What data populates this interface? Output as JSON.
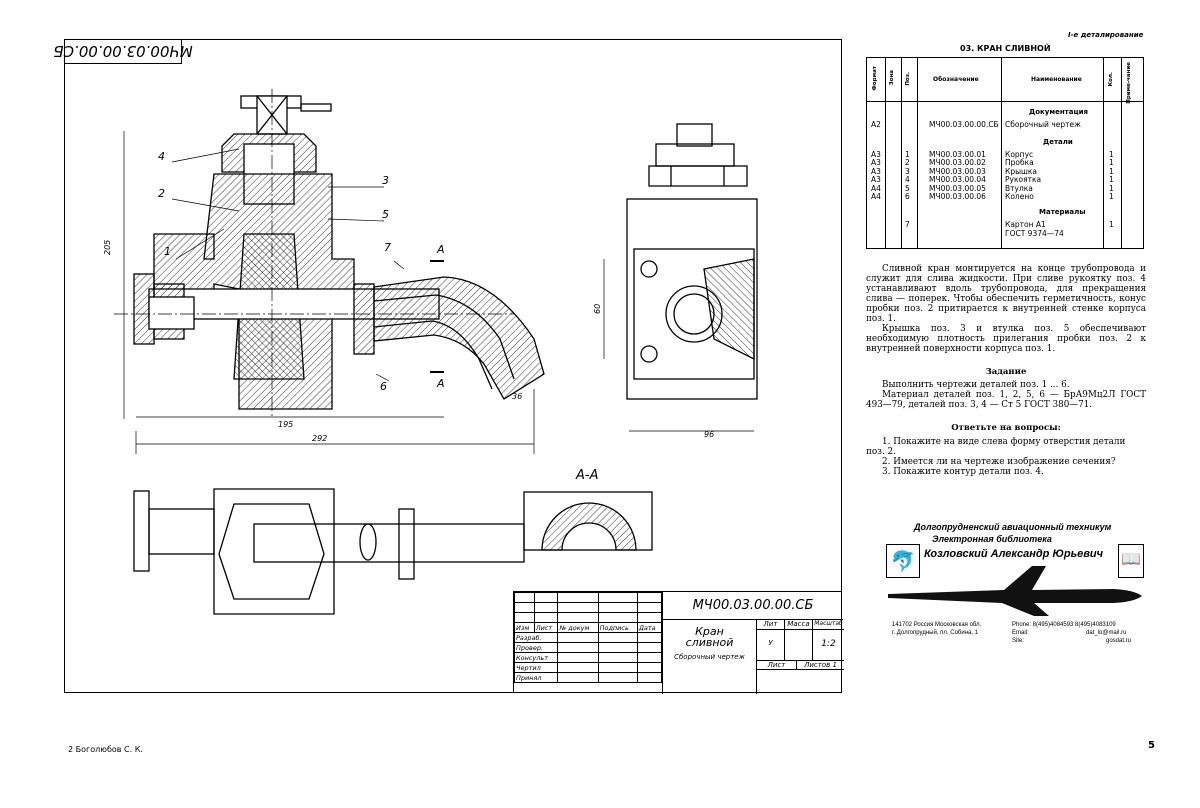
{
  "drawing": {
    "code_rotated": "МЧ00.03.00.00.СБ",
    "callouts": [
      "1",
      "2",
      "3",
      "4",
      "5",
      "6",
      "7"
    ],
    "section_mark": "А",
    "section_title": "А-А",
    "dims": {
      "d205": "205",
      "d195": "195",
      "d292": "292",
      "d36": "36",
      "d60": "60",
      "d96": "96"
    }
  },
  "title_block": {
    "code": "МЧ00.03.00.00.СБ",
    "name_line1": "Кран",
    "name_line2": "сливной",
    "doc_type": "Сборочный чертеж",
    "cols": [
      "Изм",
      "Лист",
      "№ докум",
      "Подпись",
      "Дата"
    ],
    "rows": [
      "Разраб.",
      "Провер.",
      "Консульт",
      "Чертил",
      "Принял"
    ],
    "lit_label": "Лит",
    "lit_value": "У",
    "mass_label": "Масса",
    "scale_label": "Масштаб",
    "scale_value": "1:2",
    "sheet_label": "Лист",
    "sheets_label": "Листов 1"
  },
  "right_panel": {
    "header_right": "I-е деталирование",
    "title": "03. КРАН СЛИВНОЙ",
    "spec_headers": [
      "Формат",
      "Зона",
      "Поз.",
      "Обозначение",
      "Наименование",
      "Кол.",
      "Приме-чание"
    ],
    "sections": {
      "docs": "Документация",
      "parts": "Детали",
      "materials": "Материалы"
    },
    "doc_row": {
      "format": "А2",
      "designation": "МЧ00.03.00.00.СБ",
      "name": "Сборочный чертеж"
    },
    "parts": [
      {
        "format": "А3",
        "pos": "1",
        "designation": "МЧ00.03.00.01",
        "name": "Корпус",
        "qty": "1"
      },
      {
        "format": "А3",
        "pos": "2",
        "designation": "МЧ00.03.00.02",
        "name": "Пробка",
        "qty": "1"
      },
      {
        "format": "А3",
        "pos": "3",
        "designation": "МЧ00.03.00.03",
        "name": "Крышка",
        "qty": "1"
      },
      {
        "format": "А3",
        "pos": "4",
        "designation": "МЧ00.03.00.04",
        "name": "Рукоятка",
        "qty": "1"
      },
      {
        "format": "А4",
        "pos": "5",
        "designation": "МЧ00.03.00.05",
        "name": "Втулка",
        "qty": "1"
      },
      {
        "format": "А4",
        "pos": "6",
        "designation": "МЧ00.03.00.06",
        "name": "Колено",
        "qty": "1"
      }
    ],
    "material": {
      "pos": "7",
      "name1": "Картон А1",
      "name2": "ГОСТ 9374—74",
      "qty": "1"
    },
    "para1": "Сливной кран монтируется на конце трубопровода и служит для слива жидкости. При сливе рукоятку поз. 4 устанавливают вдоль трубопровода, для прекращения слива — поперек. Чтобы обеспечить герметичность, конус пробки поз. 2 притирается к внутренней стенке корпуса поз. 1.",
    "para2": "Крышка поз. 3 и втулка поз. 5 обеспечивают необходимую плотность прилегания пробки поз. 2 к внутренней поверхности корпуса поз. 1.",
    "task_title": "Задание",
    "task1": "Выполнить чертежи деталей поз. 1 ... 6.",
    "task2": "Материал деталей поз. 1, 2, 5, 6 — БрА9Мц2Л ГОСТ 493—79, деталей поз. 3, 4 — Ст 5 ГОСТ 380—71.",
    "questions_title": "Ответьте на вопросы:",
    "q1": "1. Покажите на виде слева форму отверстия детали поз. 2.",
    "q2": "2. Имеется ли на чертеже изображение сечения?",
    "q3": "3. Покажите контур детали поз. 4."
  },
  "stamp": {
    "line1": "Долгопрудненский авиационный техникум",
    "line2": "Электронная библиотека",
    "name": "Козловский Александр Юрьевич",
    "addr1": "141702 Россия Московская обл.",
    "addr2": "г. Долгопрудный, пл. Собина, 1",
    "phone": "Phone: 8(495)4084593 8(495)4083109",
    "email_label": "Email:",
    "email": "dat_lo@mail.ru",
    "site_label": "Site:",
    "site": "gosdat.ru"
  },
  "footer": {
    "left": "2  Боголюбов С. К.",
    "page": "5"
  }
}
